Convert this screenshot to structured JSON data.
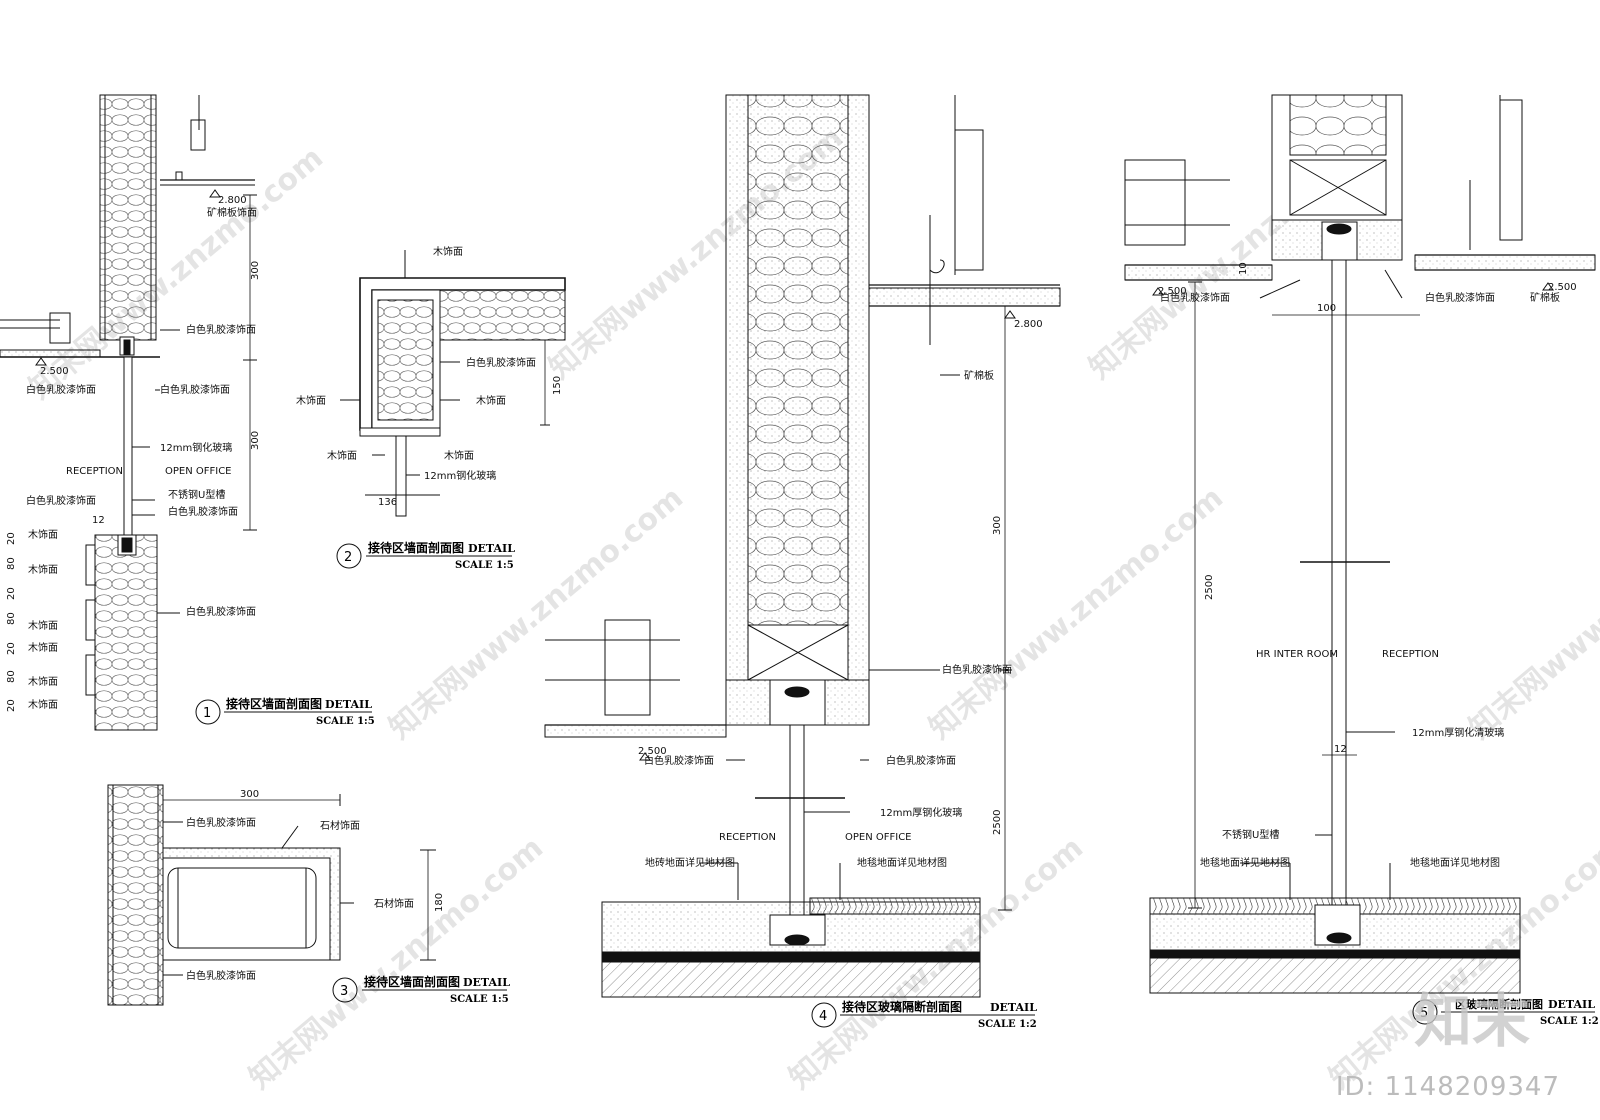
{
  "id_stamp": "ID: 1148209347",
  "brand_mark": "知末",
  "watermark": "知末网www.znzmo.com",
  "details": [
    {
      "number": "1",
      "title": "接待区墙面剖面图",
      "tag": "DETAIL",
      "scale": "SCALE  1:5"
    },
    {
      "number": "2",
      "title": "接待区墙面剖面图",
      "tag": "DETAIL",
      "scale": "SCALE  1:5"
    },
    {
      "number": "3",
      "title": "接待区墙面剖面图",
      "tag": "DETAIL",
      "scale": "SCALE  1:5"
    },
    {
      "number": "4",
      "title": "接待区玻璃隔断剖面图",
      "tag": "DETAIL",
      "scale": "SCALE  1:2"
    },
    {
      "number": "5",
      "title": "区玻璃隔断剖面图",
      "tag": "DETAIL",
      "scale": "SCALE  1:2"
    }
  ],
  "d1": {
    "lvl_ceiling": "2.800",
    "lvl_floor": "2.500",
    "ceiling_tag": "矿棉板饰面",
    "paint_tag": "白色乳胶漆饰面",
    "dim_300a": "300",
    "dim_300b": "300",
    "glass_tag": "12mm钢化玻璃",
    "room_left": "RECEPTION",
    "room_right": "OPEN OFFICE",
    "u_channel": "不锈钢U型槽",
    "wood": "木饰面",
    "dim_80": "80",
    "dim_20": "20",
    "dim_12": "12"
  },
  "d2": {
    "wood": "木饰面",
    "paint": "白色乳胶漆饰面",
    "glass": "12mm钢化玻璃",
    "dim_150": "150",
    "dim_136": "136"
  },
  "d3": {
    "dim_300": "300",
    "paint": "白色乳胶漆饰面",
    "stone": "石材饰面",
    "dim_180": "180"
  },
  "d4": {
    "lvl_floor": "2.500",
    "lvl_ceiling": "2.800",
    "ceiling": "矿棉板",
    "paint": "白色乳胶漆饰面",
    "glass": "12mm厚钢化玻璃",
    "room_left": "RECEPTION",
    "room_right": "OPEN OFFICE",
    "floor_left": "地砖地面详见地材图",
    "floor_right": "地毯地面详见地材图",
    "dim_300": "300",
    "dim_2500": "2500"
  },
  "d5": {
    "lvl_left": "2.500",
    "lvl_right": "2.500",
    "paint": "白色乳胶漆饰面",
    "ceiling": "矿棉板",
    "dim_10": "10",
    "dim_100": "100",
    "dim_2500": "2500",
    "dim_12": "12",
    "room_left": "HR INTER ROOM",
    "room_right": "RECEPTION",
    "glass": "12mm厚钢化清玻璃",
    "u_channel": "不锈钢U型槽",
    "floor_left": "地毯地面详见地材图",
    "floor_right": "地毯地面详见地材图"
  }
}
